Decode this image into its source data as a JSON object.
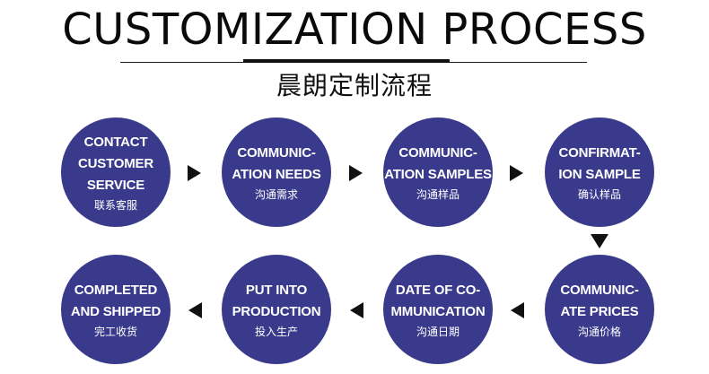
{
  "header": {
    "title": "CUSTOMIZATION PROCESS",
    "subtitle": "晨朗定制流程"
  },
  "steps": [
    {
      "en": "CONTACT\nCUSTOMER\nSERVICE",
      "cn": "联系客服"
    },
    {
      "en": "COMMUNIC-\nATION NEEDS",
      "cn": "沟通需求"
    },
    {
      "en": "COMMUNIC-\nATION SAMPLES",
      "cn": "沟通样品"
    },
    {
      "en": "CONFIRMAT-\nION SAMPLE",
      "cn": "确认样品"
    },
    {
      "en": "COMMUNIC-\nATE PRICES",
      "cn": "沟通价格"
    },
    {
      "en": "DATE OF CO-\nMMUNICATION",
      "cn": "沟通日期"
    },
    {
      "en": "PUT INTO\nPRODUCTION",
      "cn": "投入生产"
    },
    {
      "en": "COMPLETED\nAND SHIPPED",
      "cn": "完工收货"
    }
  ],
  "colors": {
    "circle": "#3a3a8c",
    "text_on_circle": "#ffffff",
    "arrow": "#111111"
  }
}
